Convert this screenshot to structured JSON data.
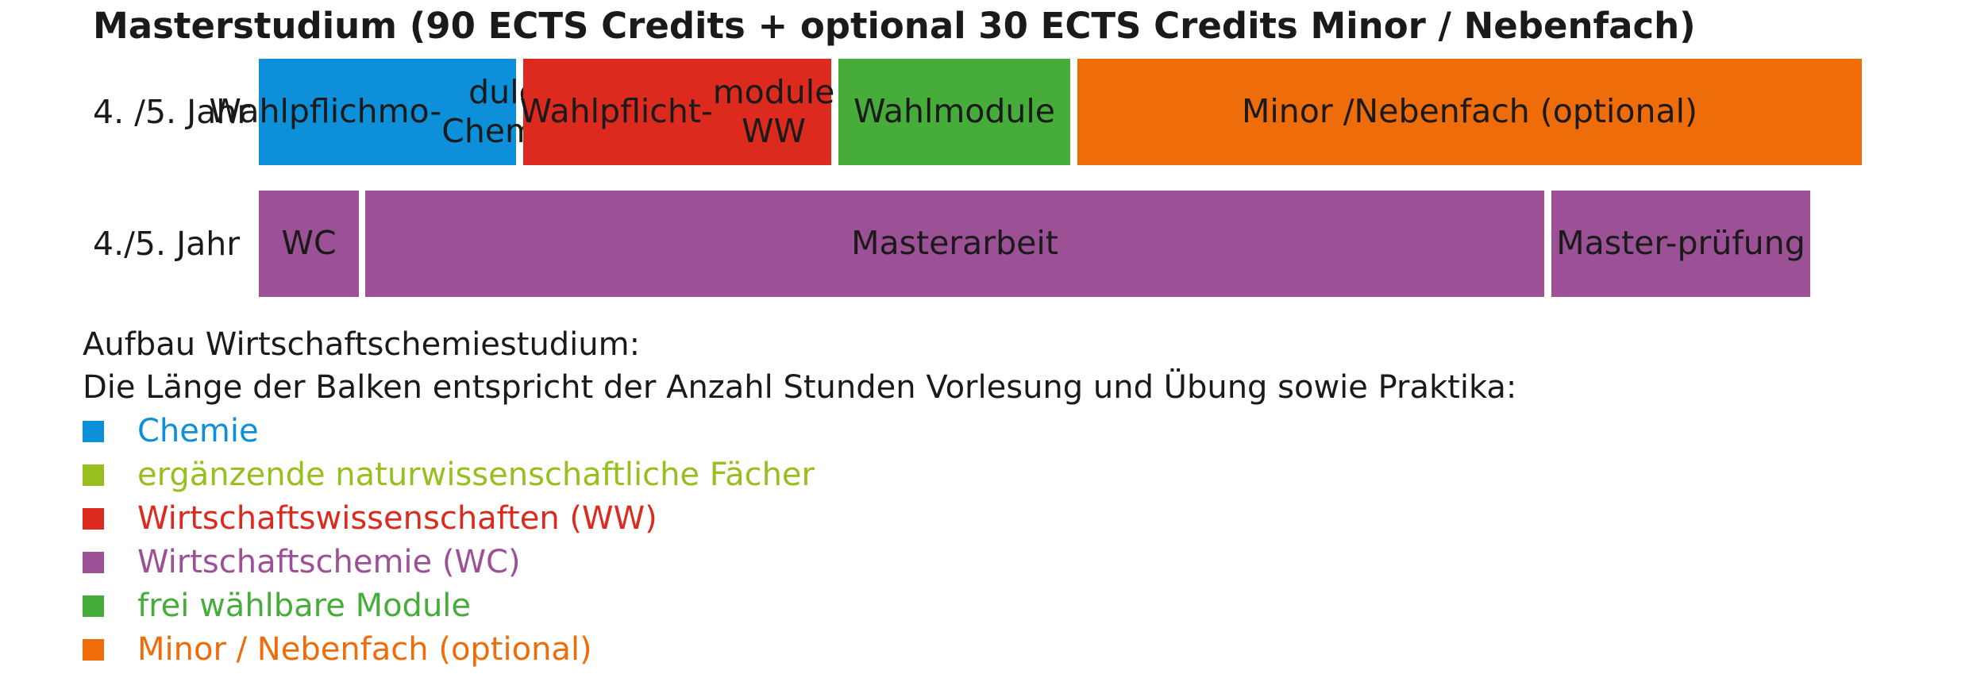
{
  "title": "Masterstudium (90 ECTS Credits + optional 30 ECTS Credits Minor / Nebenfach)",
  "rows": [
    {
      "label": "4. /5. Jahr",
      "bars": [
        {
          "lines": [
            "Wahlpflichmo-",
            "dule Chemie"
          ],
          "color": "#0d90d9"
        },
        {
          "lines": [
            "Wahlpflicht-",
            "module WW"
          ],
          "color": "#dc2b1e"
        },
        {
          "lines": [
            "Wahlmodule"
          ],
          "color": "#46ad3b"
        },
        {
          "lines": [
            "Minor /Nebenfach (optional)"
          ],
          "color": "#ee6c0a"
        }
      ]
    },
    {
      "label": "4./5. Jahr",
      "bars": [
        {
          "lines": [
            "WC"
          ],
          "color": "#9c5096"
        },
        {
          "lines": [
            "Masterarbeit"
          ],
          "color": "#9c5096"
        },
        {
          "lines": [
            "Master-",
            "prüfung"
          ],
          "color": "#9c5096"
        }
      ]
    }
  ],
  "caption": {
    "line1": "Aufbau Wirtschaftschemiestudium:",
    "line2": "Die Länge der Balken entspricht der Anzahl Stunden Vorlesung und Übung sowie Praktika:"
  },
  "legend": [
    {
      "label": "Chemie",
      "color": "#0d90d9"
    },
    {
      "label": "ergänzende naturwissenschaftliche Fächer",
      "color": "#97bf1d"
    },
    {
      "label": "Wirtschaftswissenschaften (WW)",
      "color": "#dc2b1e"
    },
    {
      "label": "Wirtschaftschemie (WC)",
      "color": "#9c5096"
    },
    {
      "label": "frei wählbare Module",
      "color": "#46ad3b"
    },
    {
      "label": "Minor / Nebenfach (optional)",
      "color": "#ee6c0a"
    }
  ]
}
